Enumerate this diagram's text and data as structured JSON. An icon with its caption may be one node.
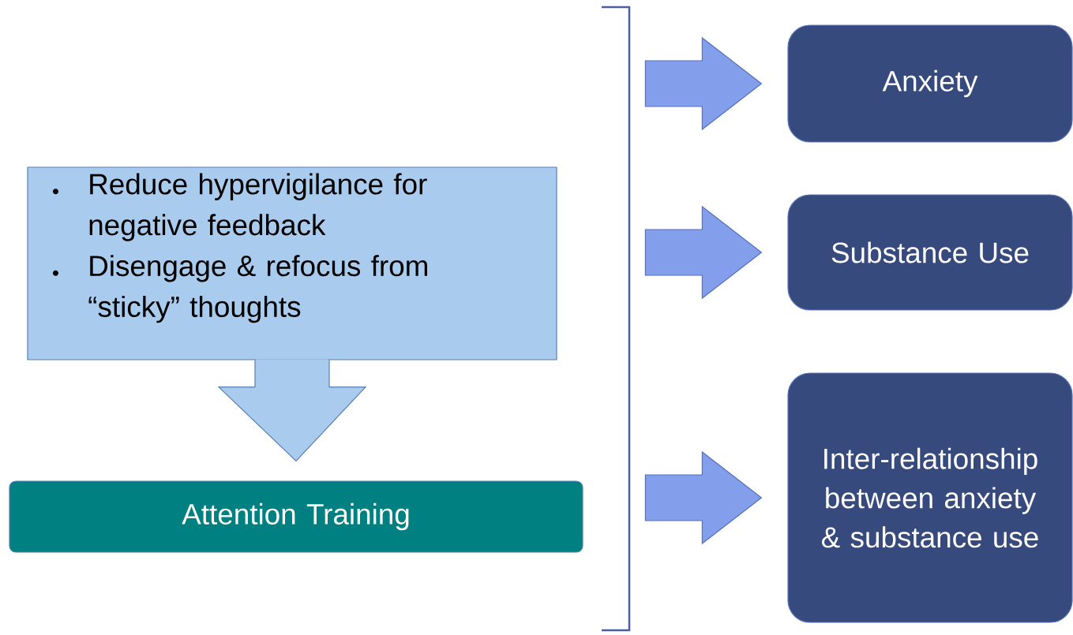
{
  "diagram": {
    "nodes": [
      {
        "text": [
          "Reduce hypervigilance for negative feedback",
          "Disengage & refocus from “sticky” thoughts"
        ]
      },
      {
        "text": [
          "Attention Training"
        ]
      },
      {
        "text": [
          "Anxiety"
        ]
      },
      {
        "text": [
          "Substance Use"
        ]
      },
      {
        "text": [
          "Inter-relationship between anxiety & substance use"
        ]
      }
    ],
    "edges": [
      {
        "from": 0,
        "to": 1,
        "arrow": "to"
      },
      {
        "from": null,
        "to": 2,
        "arrow": "to"
      },
      {
        "from": null,
        "to": 3,
        "arrow": "to"
      },
      {
        "from": null,
        "to": 4,
        "arrow": "to"
      }
    ]
  }
}
